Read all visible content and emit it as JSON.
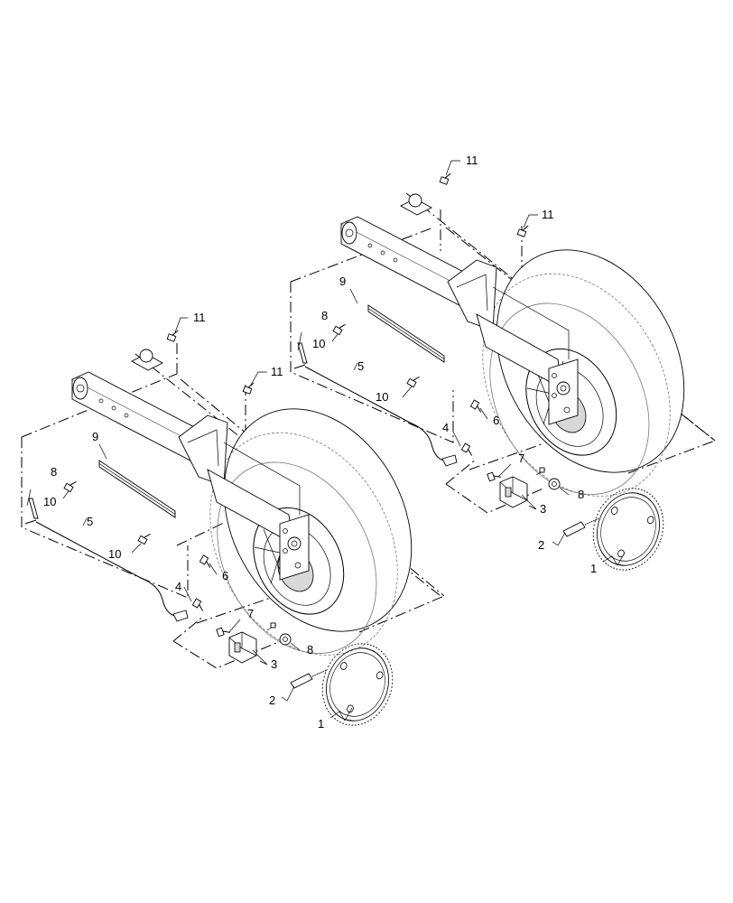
{
  "callouts": {
    "left": {
      "c1": "1",
      "c2": "2",
      "c3": "3",
      "c4": "4",
      "c5": "5",
      "c6": "6",
      "c7": "7",
      "c8a": "8",
      "c8b": "8",
      "c9": "9",
      "c10a": "10",
      "c10b": "10",
      "c11a": "11",
      "c11b": "11"
    },
    "right": {
      "c1": "1",
      "c2": "2",
      "c3": "3",
      "c4": "4",
      "c5": "5",
      "c6": "6",
      "c7": "7",
      "c8a": "8",
      "c8b": "8",
      "c9": "9",
      "c10a": "10",
      "c10b": "10",
      "c11a": "11",
      "c11b": "11"
    }
  }
}
